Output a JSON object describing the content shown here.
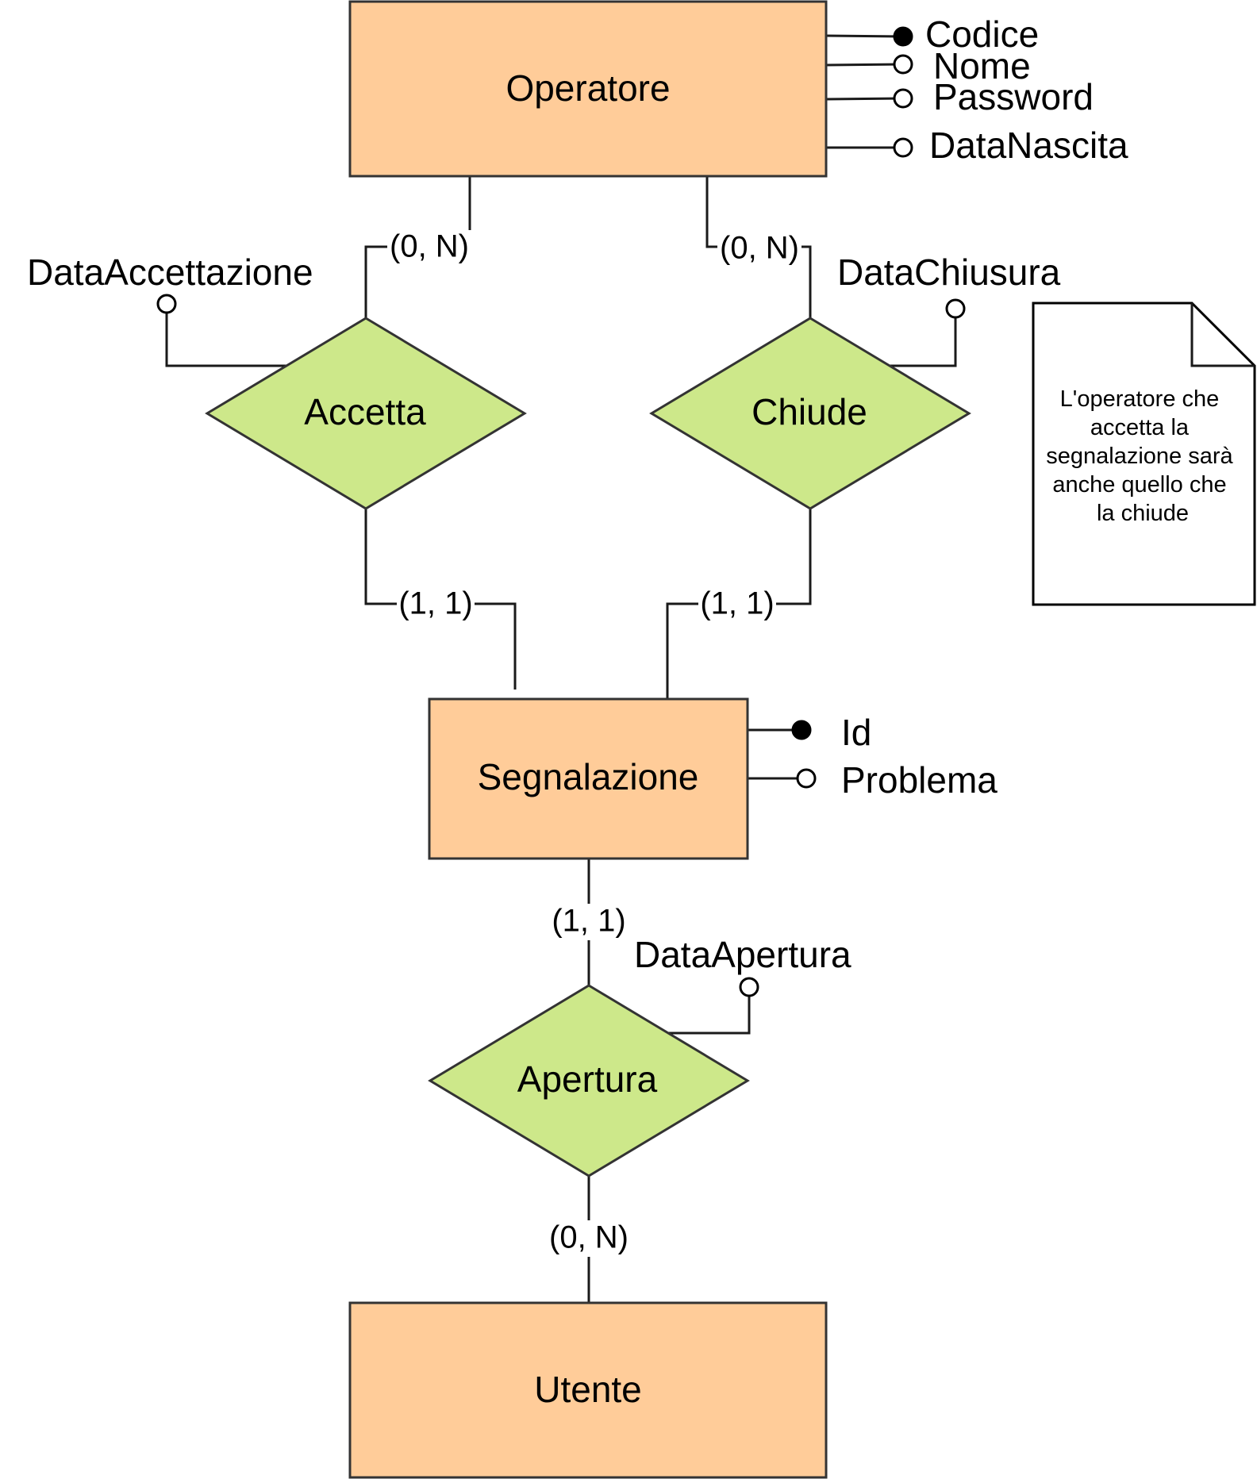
{
  "entities": {
    "operatore": "Operatore",
    "segnalazione": "Segnalazione",
    "utente": "Utente"
  },
  "relationships": {
    "accetta": "Accetta",
    "chiude": "Chiude",
    "apertura": "Apertura"
  },
  "attributes": {
    "operatore": {
      "codice": "Codice",
      "nome": "Nome",
      "password": "Password",
      "data_nascita": "DataNascita"
    },
    "segnalazione": {
      "id": "Id",
      "problema": "Problema"
    },
    "accetta": {
      "data_accettazione": "DataAccettazione"
    },
    "chiude": {
      "data_chiusura": "DataChiusura"
    },
    "apertura": {
      "data_apertura": "DataApertura"
    }
  },
  "cardinalities": {
    "operatore_accetta": "(0, N)",
    "operatore_chiude": "(0, N)",
    "accetta_segnalazione": "(1, 1)",
    "chiude_segnalazione": "(1, 1)",
    "segnalazione_apertura": "(1, 1)",
    "apertura_utente": "(0, N)"
  },
  "note": {
    "lines": [
      "L'operatore che",
      "accetta la",
      "segnalazione sarà",
      "anche quello che",
      "la chiude"
    ]
  },
  "colors": {
    "entity_fill": "#ffcc99",
    "relationship_fill": "#cde88a",
    "stroke": "#333333"
  }
}
